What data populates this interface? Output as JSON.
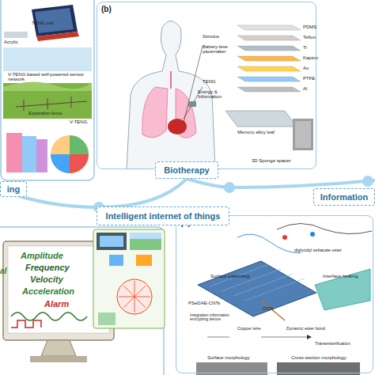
{
  "diagram": {
    "nodes": [
      {
        "text": [
          "(b)"
        ]
      },
      {
        "text": [
          "(d)"
        ]
      },
      {
        "text": [
          "ing"
        ]
      },
      {
        "text": [
          "Biotherapy"
        ]
      },
      {
        "text": [
          "Information"
        ]
      },
      {
        "text": [
          "Intelligent internet of things"
        ]
      }
    ],
    "labels": [
      "TENG unit",
      "Acrylic",
      "V-TENG based self-powered sensor network",
      "Exploration fence",
      "V-TENG",
      "Stimulus",
      "Battery-less pacemaker",
      "TENG",
      "Energy & Information",
      "PDMS",
      "Teflon",
      "Ti",
      "Kapton",
      "Au",
      "PTFE",
      "Al",
      "Memory alloy leaf",
      "3D Sponge spacer",
      "al",
      "Amplitude",
      "Frequency",
      "Velocity",
      "Acceleration",
      "Alarm",
      "diglycidyl sebacate ester",
      "Surface patterning",
      "Interface healing",
      "PSeDAE-CNTs",
      "CNTs",
      "Copper wire",
      "Dynamic ester bond",
      "Integration information encrypting device",
      "Transesterification",
      "Surface morphology",
      "Cross-section morphology"
    ]
  }
}
